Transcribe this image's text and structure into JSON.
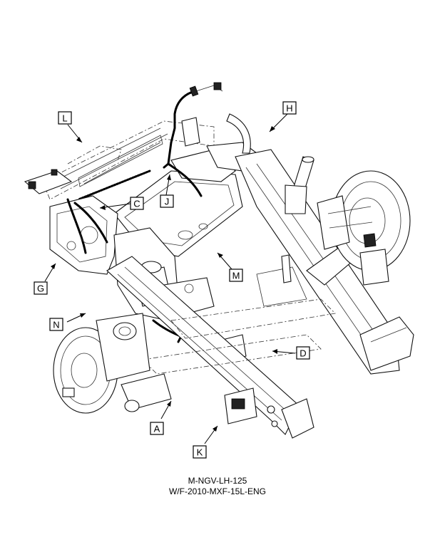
{
  "callouts": [
    {
      "id": "L",
      "label": "L"
    },
    {
      "id": "H",
      "label": "H"
    },
    {
      "id": "C",
      "label": "C"
    },
    {
      "id": "J",
      "label": "J"
    },
    {
      "id": "G",
      "label": "G"
    },
    {
      "id": "M",
      "label": "M"
    },
    {
      "id": "N",
      "label": "N"
    },
    {
      "id": "D",
      "label": "D"
    },
    {
      "id": "A",
      "label": "A"
    },
    {
      "id": "K",
      "label": "K"
    }
  ],
  "caption": {
    "line1": "M-NGV-LH-125",
    "line2": "W/F-2010-MXF-15L-ENG"
  }
}
